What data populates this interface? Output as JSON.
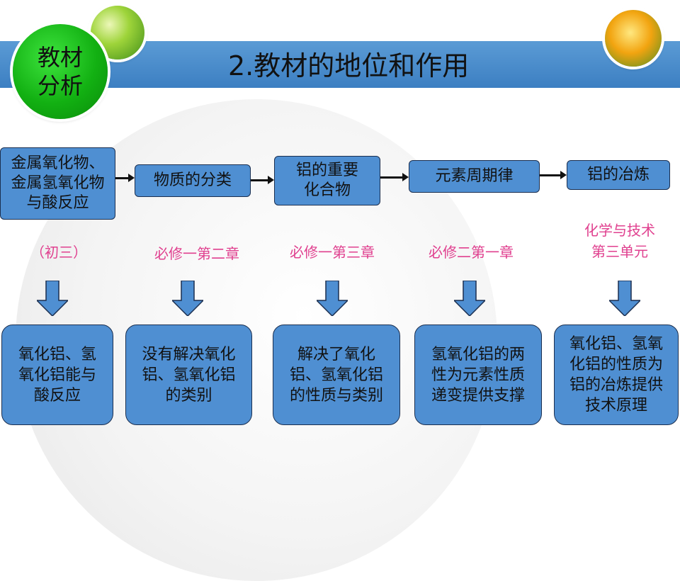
{
  "header": {
    "badge_line1": "教材",
    "badge_line2": "分析",
    "title": "2.教材的地位和作用"
  },
  "flow_boxes": [
    "金属氧化物、\n金属氢氧化物\n与酸反应",
    "物质的分类",
    "铝的重要\n化合物",
    "元素周期律",
    "铝的冶炼"
  ],
  "source_labels": [
    "（初三）",
    "必修一第二章",
    "必修一第三章",
    "必修二第一章",
    "化学与技术\n第三单元"
  ],
  "role_boxes": [
    "氧化铝、氢\n氧化铝能与\n酸反应",
    "没有解决氧化\n铝、氢氧化铝\n的类别",
    "解决了氧化\n铝、氢氧化铝\n的性质与类别",
    "氢氧化铝的两\n性为元素性质\n递变提供支撑",
    "氧化铝、氢氧\n化铝的性质为\n铝的冶炼提供\n技术原理"
  ],
  "colors": {
    "banner": "#4a8ccc",
    "box_fill": "#4f8fd2",
    "label_pink": "#e0408f",
    "badge_green": "#12b012"
  }
}
